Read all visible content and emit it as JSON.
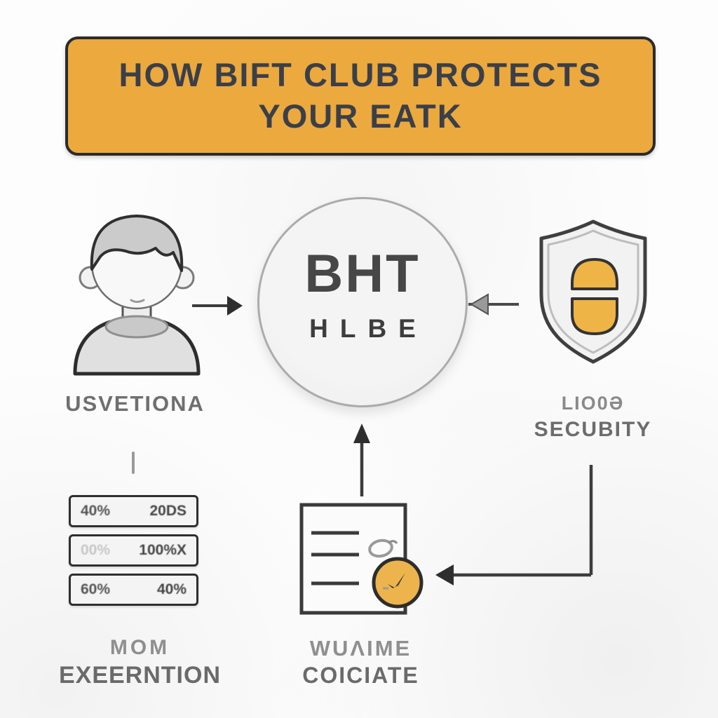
{
  "title": {
    "line1": "HOW BIFT CLUB PROTECTS",
    "line2": "YOUR EATK"
  },
  "center_node": {
    "line1": "BHT",
    "line2": "HLBE"
  },
  "nodes": {
    "user": {
      "label": "USVETIONA"
    },
    "security": {
      "label_line1": "LIO0Ə",
      "label_line2": "SECUBITY"
    },
    "rate_table": {
      "label_line1": "MOM",
      "label_line2": "EXEERNTION",
      "rows": [
        {
          "left": "40%",
          "right": "20DS"
        },
        {
          "left": "00%",
          "right": "100%X"
        },
        {
          "left": "60%",
          "right": "40%"
        }
      ]
    },
    "certificate": {
      "label_line1": "WUΛIME",
      "label_line2": "COICIATE"
    }
  },
  "icons": {
    "user": "user-avatar-icon",
    "security": "shield-lock-icon",
    "certificate": "certificate-seal-icon"
  },
  "colors": {
    "banner_bg": "#ECA93E",
    "banner_border": "#2B2B2B",
    "banner_text": "#3A3F49",
    "accent_yellow": "#EFB446",
    "seal_yellow": "#EDB44E",
    "outline_dark": "#3A3A3A",
    "node_fill": "#F1F1F1",
    "label_gray": "#6F6F6F",
    "label_gray_light": "#8F8F8F"
  }
}
